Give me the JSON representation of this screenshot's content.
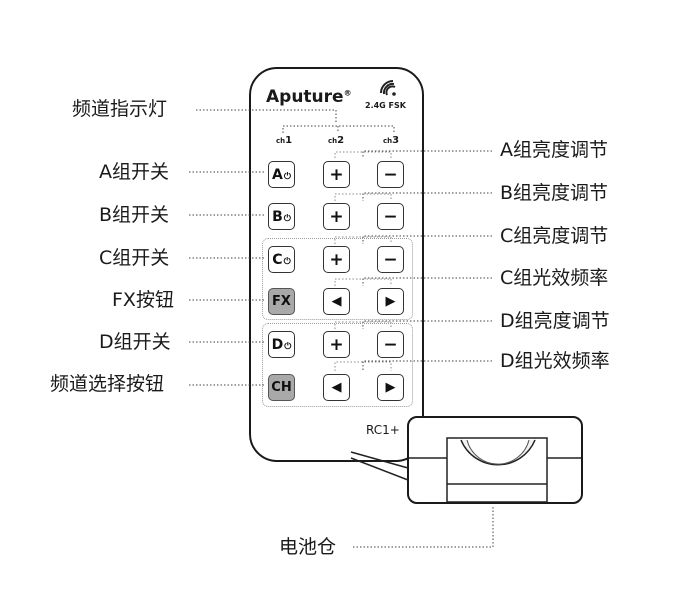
{
  "callouts_left": [
    {
      "key": "indicator",
      "label": "频道指示灯"
    },
    {
      "key": "a-switch",
      "label": "A组开关"
    },
    {
      "key": "b-switch",
      "label": "B组开关"
    },
    {
      "key": "c-switch",
      "label": "C组开关"
    },
    {
      "key": "fx-button",
      "label": "FX按钮"
    },
    {
      "key": "d-switch",
      "label": "D组开关"
    },
    {
      "key": "ch-button",
      "label": "频道选择按钮"
    }
  ],
  "callouts_right": [
    {
      "key": "a-brightness",
      "label": "A组亮度调节"
    },
    {
      "key": "b-brightness",
      "label": "B组亮度调节"
    },
    {
      "key": "c-brightness",
      "label": "C组亮度调节"
    },
    {
      "key": "c-effect",
      "label": "C组光效频率"
    },
    {
      "key": "d-brightness",
      "label": "D组亮度调节"
    },
    {
      "key": "d-effect",
      "label": "D组光效频率"
    }
  ],
  "battery_label": "电池仓",
  "remote": {
    "brand": "Aputure",
    "trademark": "®",
    "signal": "2.4G FSK",
    "channels": [
      {
        "prefix": "ch",
        "num": "1"
      },
      {
        "prefix": "ch",
        "num": "2"
      },
      {
        "prefix": "ch",
        "num": "3"
      }
    ],
    "model": "RC1+",
    "buttons": {
      "a": "A",
      "b": "B",
      "c": "C",
      "d": "D",
      "fx": "FX",
      "ch": "CH",
      "plus": "+",
      "minus": "−"
    }
  }
}
